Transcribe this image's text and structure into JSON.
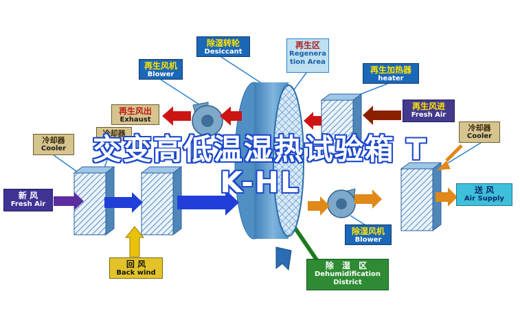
{
  "watermark": {
    "line1": "交变高低温湿热试验箱 T",
    "line2": "K-HL"
  },
  "labels": {
    "regen_blower": {
      "zh": "再生风机",
      "en": "Blower"
    },
    "desiccant": {
      "zh": "除湿转轮",
      "en": "Desiccant"
    },
    "regen_area": {
      "zh": "再生区",
      "en": "Regeneration Area"
    },
    "regen_heater": {
      "zh": "再生加热器",
      "en": "heater"
    },
    "exhaust": {
      "zh": "再生风出",
      "en": "Exhaust"
    },
    "regen_fresh_air": {
      "zh": "再生风进",
      "en": "Fresh Air"
    },
    "cooler_left": {
      "zh": "冷却器",
      "en": "Cooler"
    },
    "cooler_mid": {
      "zh": "冷却器",
      "en": ""
    },
    "cooler_right": {
      "zh": "冷却器",
      "en": "Cooler"
    },
    "fresh_air": {
      "zh": "新  风",
      "en": "Fresh Air"
    },
    "back_wind": {
      "zh": "回  风",
      "en": "Back wind"
    },
    "air_supply": {
      "zh": "送  风",
      "en": "Air Supply"
    },
    "dehum_blower": {
      "zh": "除湿风机",
      "en": "Blower"
    },
    "dehum_district": {
      "zh": "除 湿 区",
      "en": "Dehumidification District"
    }
  },
  "palette": {
    "blue_label_bg": "#1b67b8",
    "tan_label_bg": "#d6c48e",
    "navy_label_bg": "#433a8e",
    "purple_label_bg": "#3f3394",
    "yellow_label_bg": "#e2c42a",
    "cyan_label_bg": "#3fc0da",
    "green_label_bg": "#2e8b33",
    "arrow_blue": "#1f3fd8",
    "arrow_red": "#cc1414",
    "arrow_maroon": "#8b2000",
    "arrow_orange": "#e08818",
    "arrow_yellow": "#e8c20a",
    "arrow_purple": "#5b2d9e",
    "arrow_green": "#1e7a1e",
    "rotor_blue": "#5f9bcd",
    "watermark_outline": "#1d49cc"
  }
}
